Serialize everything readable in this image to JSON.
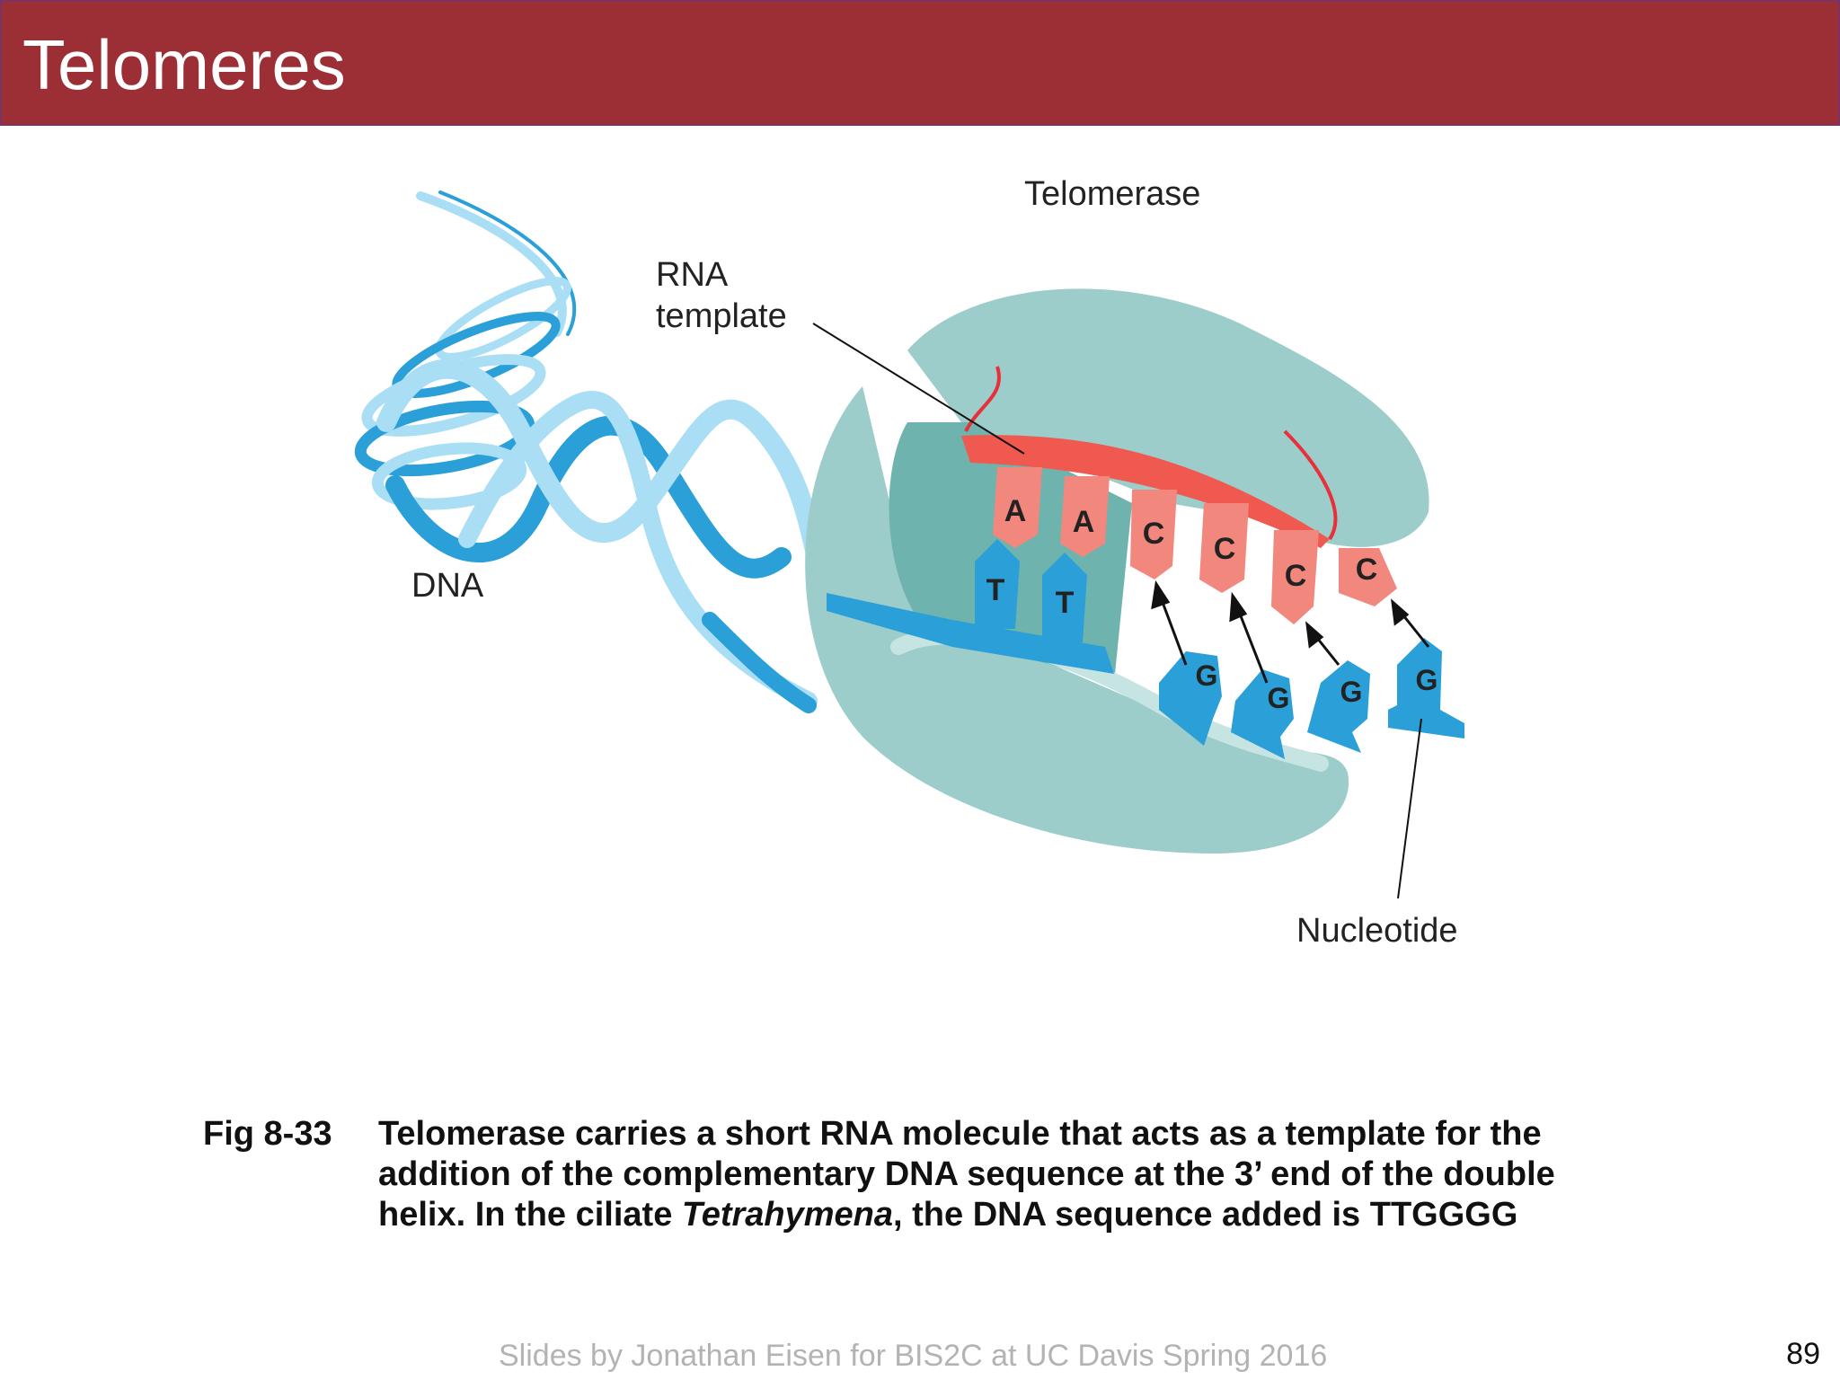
{
  "slide": {
    "title": "Telomeres",
    "footer": "Slides by Jonathan Eisen for BIS2C at UC Davis Spring 2016",
    "page_number": "89"
  },
  "diagram": {
    "labels": {
      "telomerase": "Telomerase",
      "rna_line1": "RNA",
      "rna_line2": "template",
      "dna": "DNA",
      "nucleotide": "Nucleotide"
    },
    "template_bases": [
      "A",
      "A",
      "C",
      "C",
      "C",
      "C"
    ],
    "paired_bases": [
      "T",
      "T"
    ],
    "incoming_nucleotides": [
      "G",
      "G",
      "G",
      "G"
    ],
    "colors": {
      "enzyme": "#9ccdca",
      "enzyme_dark": "#6fb3ae",
      "rna": "#f0594f",
      "rna_base": "#f2877d",
      "dna_dark": "#2a9fd8",
      "dna_light": "#a9def5"
    }
  },
  "caption": {
    "label": "Fig 8-33",
    "text_part1": "Telomerase carries a short RNA molecule that acts as a template for the addition of the complementary DNA sequence at the 3’ end of the double helix.  In the ciliate ",
    "text_italic": "Tetrahymena",
    "text_part2": ", the DNA sequence added is TTGGGG"
  }
}
